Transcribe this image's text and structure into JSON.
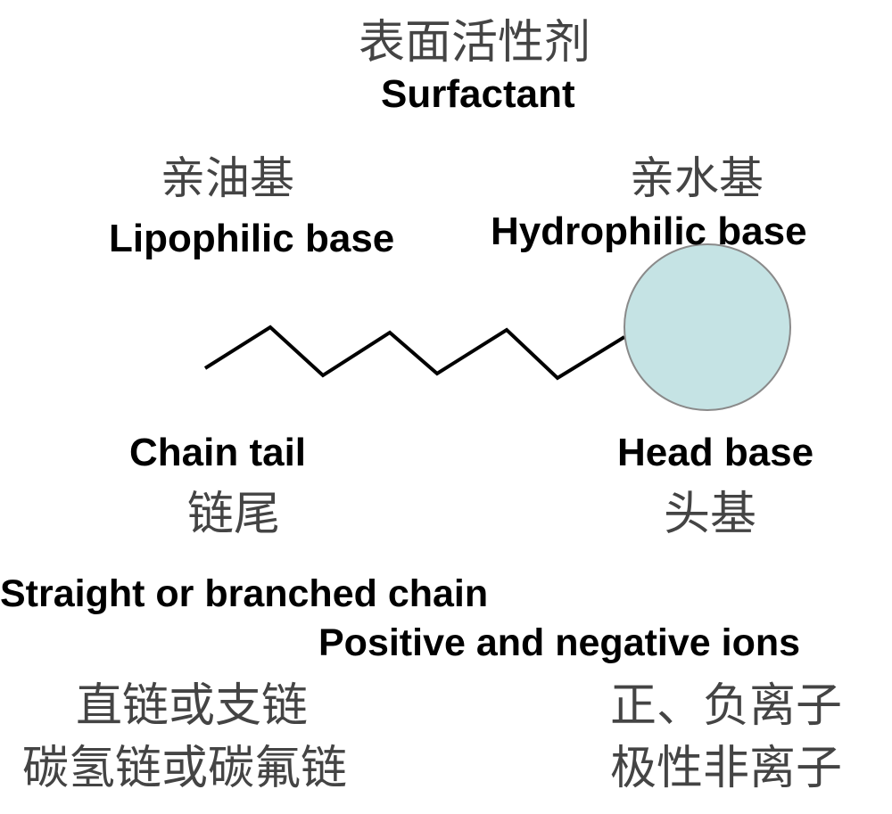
{
  "title": {
    "zh": "表面活性剂",
    "en": "Surfactant"
  },
  "lipophilic": {
    "zh": "亲油基",
    "en": "Lipophilic base"
  },
  "hydrophilic": {
    "zh": "亲水基",
    "en": "Hydrophilic base"
  },
  "tail": {
    "en": "Chain tail",
    "zh": "链尾"
  },
  "head": {
    "en": "Head base",
    "zh": "头基"
  },
  "tail_types": {
    "en": "Straight or branched chain",
    "zh_line1": "直链或支链",
    "zh_line2": "碳氢链或碳氟链"
  },
  "head_types": {
    "en": "Positive and negative ions",
    "zh_line1": "正、负离子",
    "zh_line2": "极性非离子"
  },
  "colors": {
    "head_fill": "#c5e3e4",
    "head_stroke": "#8a8a8a",
    "chain_stroke": "#000000"
  }
}
